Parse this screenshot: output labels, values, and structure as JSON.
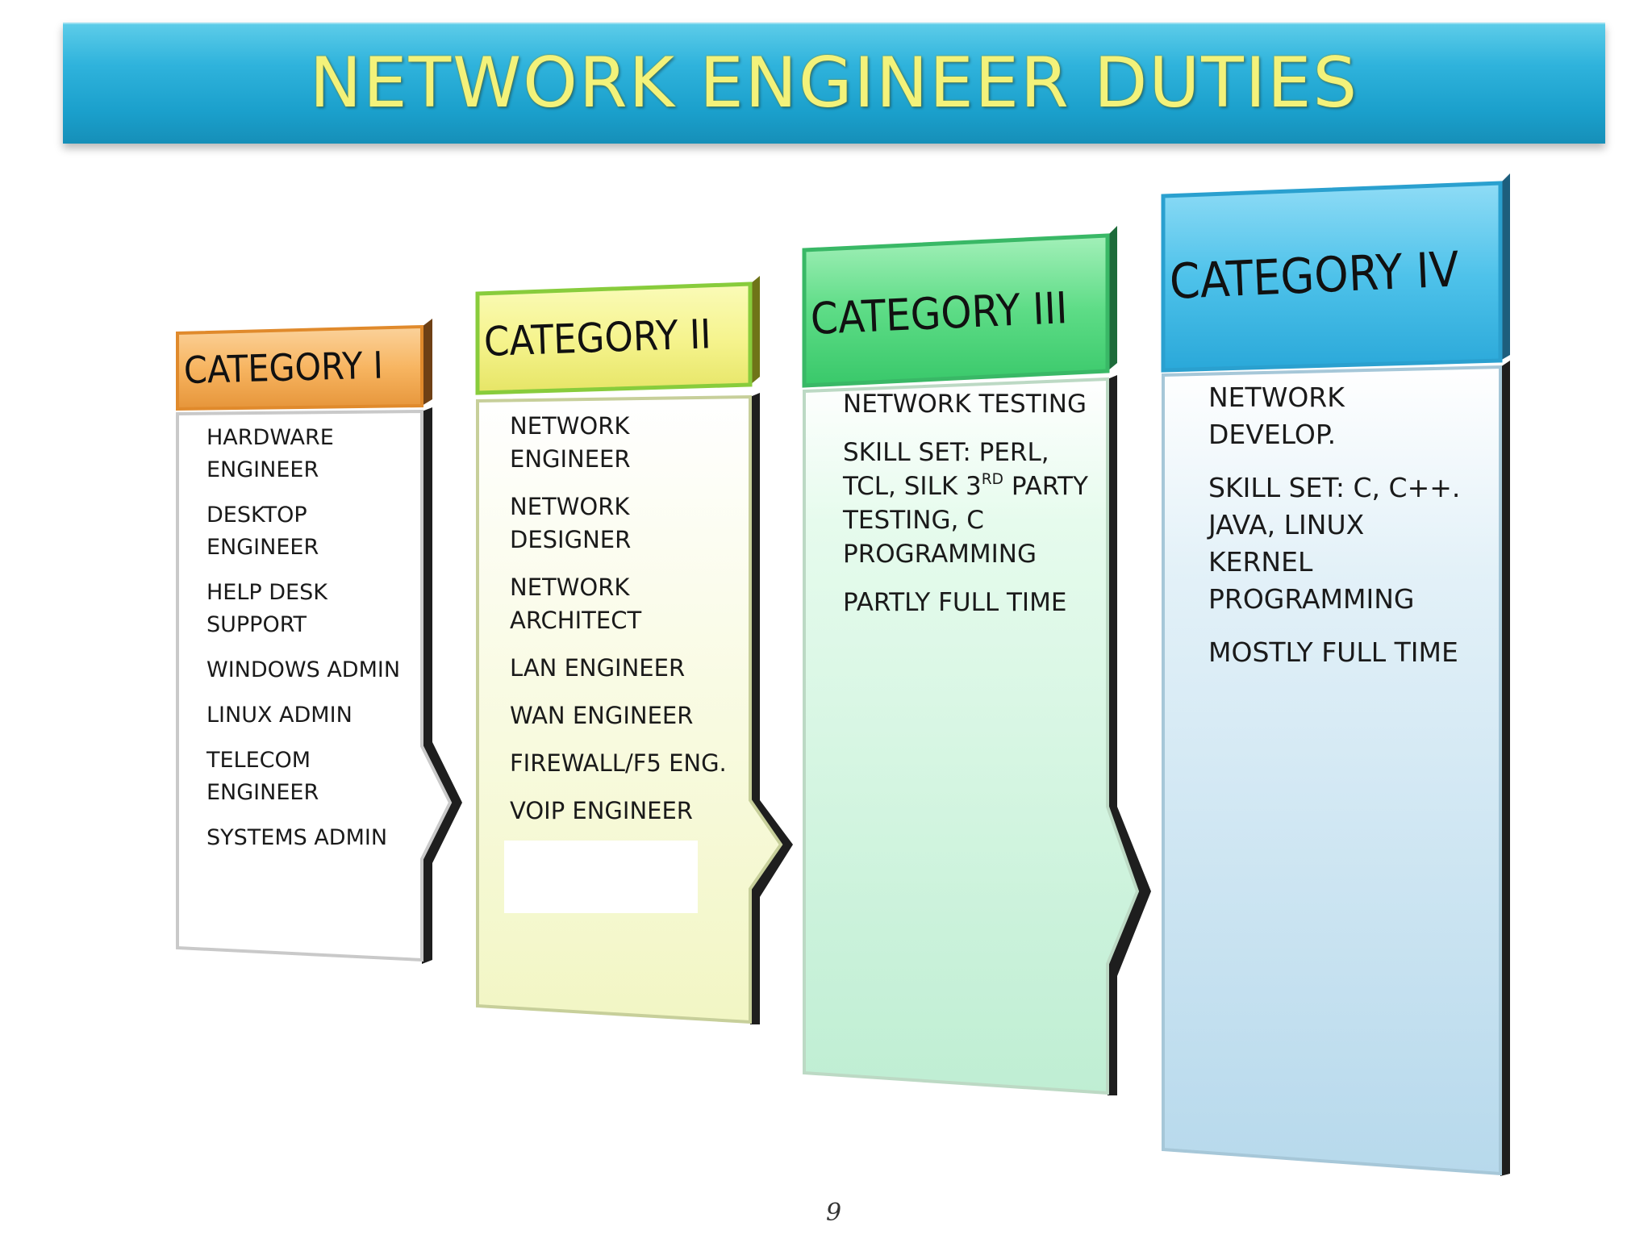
{
  "title": "NETWORK ENGINEER DUTIES",
  "page_number": "9",
  "categories": [
    {
      "header": "CATEGORY I",
      "items": [
        "HARDWARE\nENGINEER",
        "DESKTOP\nENGINEER",
        "HELP DESK\nSUPPORT",
        "WINDOWS   ADMIN",
        "LINUX   ADMIN",
        "TELECOM\nENGINEER",
        "SYSTEMS   ADMIN"
      ]
    },
    {
      "header": "CATEGORY II",
      "items": [
        "NETWORK\nENGINEER",
        "NETWORK\nDESIGNER",
        "NETWORK\nARCHITECT",
        "LAN ENGINEER",
        "WAN ENGINEER",
        "FIREWALL/F5 ENG.",
        "VOIP ENGINEER"
      ]
    },
    {
      "header": "CATEGORY III",
      "items": [
        "NETWORK TESTING",
        "SKILL SET:  PERL,\nTCL, SILK 3",
        "RD",
        " PARTY\nTESTING, C\nPROGRAMMING",
        "PARTLY FULL TIME"
      ]
    },
    {
      "header": "CATEGORY IV",
      "items": [
        "NETWORK\nDEVELOP.",
        "SKILL SET:  C, C++.\nJAVA, LINUX\nKERNEL\nPROGRAMMING",
        "MOSTLY FULL TIME"
      ]
    }
  ],
  "colors": {
    "banner": "#1a9fcb",
    "title_text": "#f3f27a",
    "cat1_header": "#f7b561",
    "cat1_body": "#ffffff",
    "cat2_header": "#f6f48f",
    "cat2_body": "#fbfbd8",
    "cat3_header": "#5ddc86",
    "cat3_body": "#d5f7e0",
    "cat4_header": "#4ec2ea",
    "cat4_body": "#cfe6f3"
  }
}
